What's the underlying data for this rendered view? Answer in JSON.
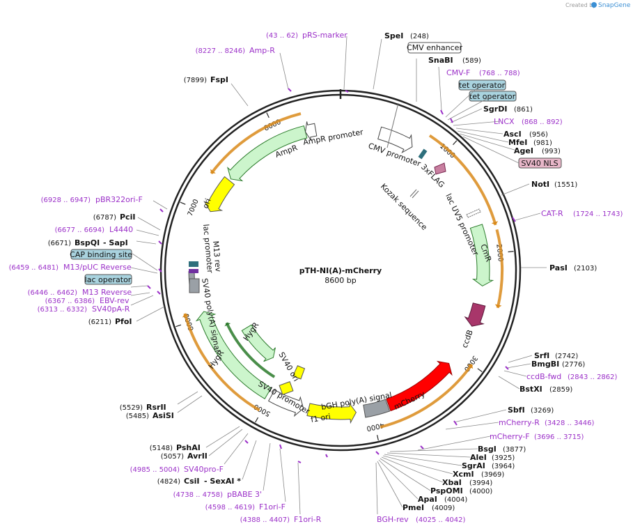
{
  "credit": {
    "text": "Created by",
    "brand": "SnapGene"
  },
  "plasmid": {
    "name": "pTH-NI(A)-mCherry",
    "length_text": "8600 bp",
    "length": 8600
  },
  "ticks": [
    {
      "pos": 1000,
      "label": "1000"
    },
    {
      "pos": 2000,
      "label": "2000"
    },
    {
      "pos": 3000,
      "label": "3000"
    },
    {
      "pos": 4000,
      "label": "4000"
    },
    {
      "pos": 5000,
      "label": "5000"
    },
    {
      "pos": 6000,
      "label": "6000"
    },
    {
      "pos": 7000,
      "label": "7000"
    },
    {
      "pos": 8000,
      "label": "8000"
    }
  ],
  "features": [
    {
      "name": "AmpR",
      "start": 7400,
      "end": 8260,
      "dir": -1,
      "track": "outer-mid",
      "color": "#ccf5cc",
      "stroke": "#2a7a2a",
      "label": "AmpR"
    },
    {
      "name": "AmpR promoter",
      "start": 8260,
      "end": 8360,
      "dir": -1,
      "track": "outer-mid",
      "color": "#ffffff",
      "stroke": "#444444",
      "label": "AmpR promoter"
    },
    {
      "name": "ori",
      "start": 7030,
      "end": 7380,
      "dir": -1,
      "track": "mid",
      "color": "#ffff00",
      "stroke": "#555555",
      "label": "ori"
    },
    {
      "name": "CMV promoter",
      "start": 380,
      "end": 720,
      "dir": 1,
      "track": "outer-mid",
      "color": "#ffffff",
      "stroke": "#444444",
      "label": "CMV promoter"
    },
    {
      "name": "CmR",
      "start": 1720,
      "end": 2300,
      "dir": 1,
      "track": "mid",
      "color": "#ccf5cc",
      "stroke": "#2a7a2a",
      "label": "CmR"
    },
    {
      "name": "ccdB",
      "start": 2480,
      "end": 2700,
      "dir": 1,
      "track": "mid",
      "color": "#a8366a",
      "stroke": "#5a1a3a",
      "label": "ccdB"
    },
    {
      "name": "mCherry",
      "start": 3120,
      "end": 3830,
      "dir": -1,
      "track": "mid",
      "color": "#ff0000",
      "stroke": "#990000",
      "label": "mCherry"
    },
    {
      "name": "bGH poly(A) signal",
      "start": 3840,
      "end": 4070,
      "dir": 0,
      "track": "mid",
      "color": "#9aa0a6",
      "stroke": "#555555",
      "label": "bGH poly(A) signal"
    },
    {
      "name": "f1 ori",
      "start": 4150,
      "end": 4610,
      "dir": -1,
      "track": "mid",
      "color": "#ffff00",
      "stroke": "#555555",
      "label": "f1 ori"
    },
    {
      "name": "SV40 promoter",
      "start": 4660,
      "end": 4990,
      "dir": -1,
      "track": "outer-mid",
      "color": "#ffffff",
      "stroke": "#444444",
      "label": "SV40 promoter"
    },
    {
      "name": "HygR",
      "start": 5030,
      "end": 6050,
      "dir": 1,
      "track": "outer-mid",
      "color": "#ccf5cc",
      "stroke": "#2a7a2a",
      "label": "HygR"
    },
    {
      "name": "HygR inner",
      "start": 5200,
      "end": 5700,
      "dir": -1,
      "track": "inner",
      "color": "#ccf5cc",
      "stroke": "#2a7a2a",
      "label": "HygR"
    },
    {
      "name": "SV40 ori",
      "start": 4780,
      "end": 4880,
      "dir": 0,
      "track": "inner",
      "color": "#ffff00",
      "stroke": "#555555",
      "label": "SV40 ori"
    },
    {
      "name": "SV40 poly(A) signal",
      "start": 6310,
      "end": 6440,
      "dir": 0,
      "track": "inner2",
      "color": "#9aa0a6",
      "stroke": "#555555",
      "label": "SV40 poly(A) signal"
    }
  ],
  "orf_arcs": [
    {
      "start": 800,
      "end": 1760,
      "dir": 1
    },
    {
      "start": 1800,
      "end": 2470,
      "dir": 1
    },
    {
      "start": 3000,
      "end": 3960,
      "dir": -1
    },
    {
      "start": 5020,
      "end": 6080,
      "dir": 1
    },
    {
      "start": 7330,
      "end": 8260,
      "dir": -1
    },
    {
      "start": 5060,
      "end": 5860,
      "dir": 1,
      "track": "green-inner"
    }
  ],
  "small_features": [
    {
      "name": "3xFLAG",
      "label": "3xFLAG"
    },
    {
      "name": "Kozak sequence",
      "label": "Kozak sequence"
    },
    {
      "name": "lac UV5 promoter",
      "label": "lac UV5 promoter"
    },
    {
      "name": "lac promoter",
      "label": "lac promoter"
    },
    {
      "name": "M13 rev",
      "label": "M13 rev"
    }
  ],
  "enzymes_right_top": [
    {
      "name": "SpeI",
      "pos_text": "(248)"
    },
    {
      "name": "SnaBI",
      "pos_text": "(589)"
    },
    {
      "name": "SgrDI",
      "pos_text": "(861)"
    },
    {
      "name": "AscI",
      "pos_text": "(956)"
    },
    {
      "name": "MfeI",
      "pos_text": "(981)"
    },
    {
      "name": "AgeI",
      "pos_text": "(993)"
    },
    {
      "name": "NotI",
      "pos_text": "(1551)"
    },
    {
      "name": "PasI",
      "pos_text": "(2103)"
    },
    {
      "name": "SrfI",
      "pos_text": "(2742)"
    },
    {
      "name": "BmgBI",
      "pos_text": "(2776)"
    },
    {
      "name": "BstXI",
      "pos_text": "(2859)"
    },
    {
      "name": "SbfI",
      "pos_text": "(3269)"
    }
  ],
  "enzymes_bottom_right": [
    {
      "name": "BsgI",
      "pos_text": "(3877)"
    },
    {
      "name": "AleI",
      "pos_text": "(3925)"
    },
    {
      "name": "SgrAI",
      "pos_text": "(3964)"
    },
    {
      "name": "XcmI",
      "pos_text": "(3969)"
    },
    {
      "name": "XbaI",
      "pos_text": "(3994)"
    },
    {
      "name": "PspOMI",
      "pos_text": "(4000)"
    },
    {
      "name": "ApaI",
      "pos_text": "(4004)"
    },
    {
      "name": "PmeI",
      "pos_text": "(4009)"
    }
  ],
  "enzymes_left": [
    {
      "name": "FspI",
      "pos_text": "(7899)"
    },
    {
      "name": "PciI",
      "pos_text": "(6787)"
    },
    {
      "name": "BspQI",
      "pos_text": "(6671)",
      "extra": " - SapI"
    },
    {
      "name": "PfoI",
      "pos_text": "(6211)"
    },
    {
      "name": "RsrII",
      "pos_text": "(5529)"
    },
    {
      "name": "AsiSI",
      "pos_text": "(5485)"
    },
    {
      "name": "PshAI",
      "pos_text": "(5148)"
    },
    {
      "name": "AvrII",
      "pos_text": "(5057)"
    },
    {
      "name": "CsiI",
      "pos_text": "(4824)",
      "extra": " - SexAI *"
    }
  ],
  "primers": [
    {
      "name": "pRS-marker",
      "pos_text": "(43 .. 62)"
    },
    {
      "name": "Amp-R",
      "pos_text": "(8227 .. 8246)"
    },
    {
      "name": "CMV-F",
      "pos_text": "(768 .. 788)"
    },
    {
      "name": "LNCX",
      "pos_text": "(868 .. 892)"
    },
    {
      "name": "CAT-R",
      "pos_text": "(1724 .. 1743)"
    },
    {
      "name": "ccdB-fwd",
      "pos_text": "(2843 .. 2862)"
    },
    {
      "name": "mCherry-R",
      "pos_text": "(3428 .. 3446)"
    },
    {
      "name": "mCherry-F",
      "pos_text": "(3696 .. 3715)"
    },
    {
      "name": "BGH-rev",
      "pos_text": "(4025 .. 4042)"
    },
    {
      "name": "F1ori-R",
      "pos_text": "(4388 .. 4407)"
    },
    {
      "name": "F1ori-F",
      "pos_text": "(4598 .. 4619)"
    },
    {
      "name": "pBABE 3'",
      "pos_text": "(4738 .. 4758)"
    },
    {
      "name": "SV40pro-F",
      "pos_text": "(4985 .. 5004)"
    },
    {
      "name": "pBR322ori-F",
      "pos_text": "(6928 .. 6947)"
    },
    {
      "name": "L4440",
      "pos_text": "(6677 .. 6694)"
    },
    {
      "name": "M13/pUC Reverse",
      "pos_text": "(6459 .. 6481)"
    },
    {
      "name": "M13 Reverse",
      "pos_text": "(6446 .. 6462)"
    },
    {
      "name": "EBV-rev",
      "pos_text": "(6367 .. 6386)"
    },
    {
      "name": "SV40pA-R",
      "pos_text": "(6313 .. 6332)"
    }
  ],
  "boxed_labels": [
    {
      "name": "CMV enhancer",
      "fill": "#ffffff",
      "label": "CMV enhancer"
    },
    {
      "name": "tet operator 1",
      "fill": "#a9d3df",
      "label": "tet operator"
    },
    {
      "name": "tet operator 2",
      "fill": "#a9d3df",
      "label": "tet operator"
    },
    {
      "name": "SV40 NLS",
      "fill": "#e7b6c8",
      "label": "SV40 NLS"
    },
    {
      "name": "CAP binding site",
      "fill": "#a9d3df",
      "label": "CAP binding site"
    },
    {
      "name": "lac operator",
      "fill": "#a9d3df",
      "label": "lac operator"
    }
  ]
}
